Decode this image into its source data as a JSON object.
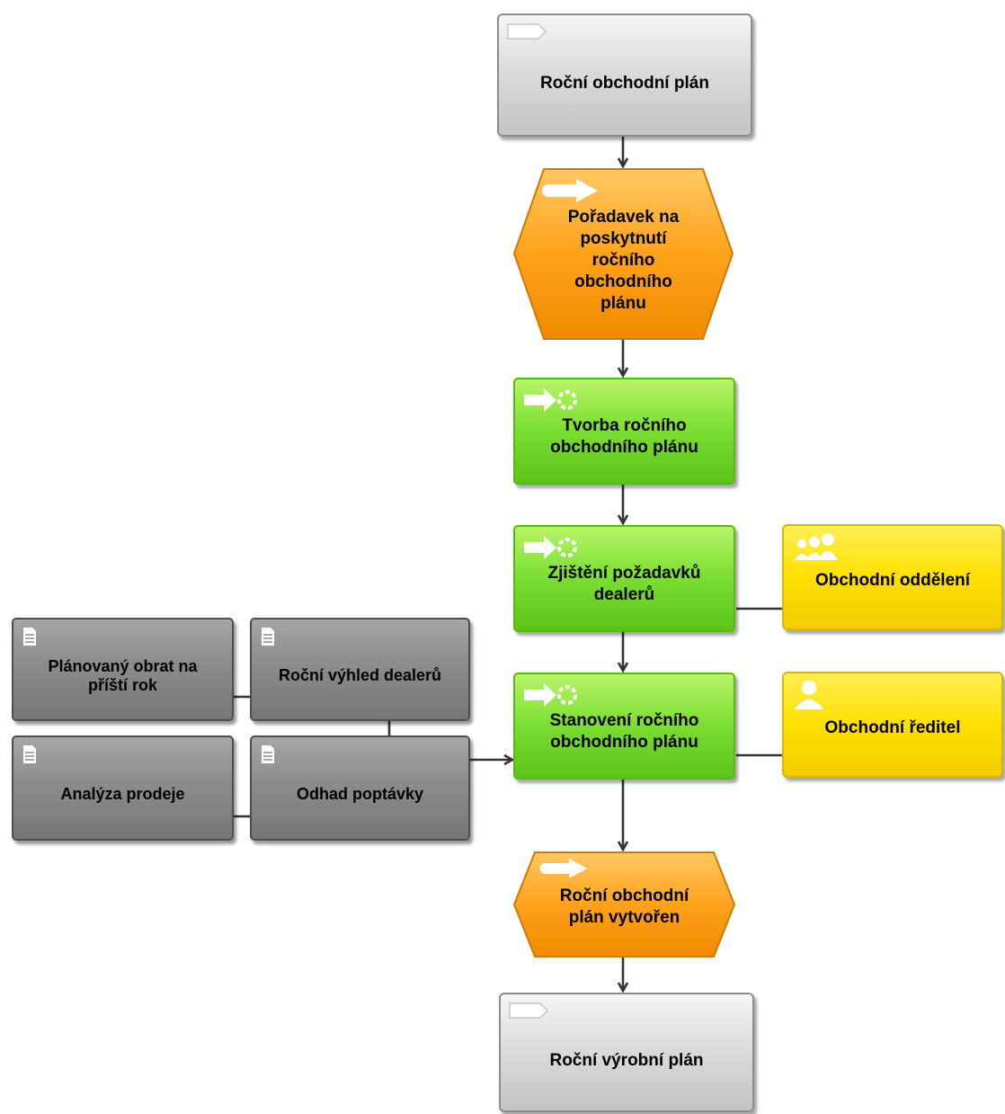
{
  "nodes": {
    "start_interface": "Roční obchodní plán",
    "event_request": "Pořadavek na\nposkytnutí\nročního\nobchodního\nplánu",
    "func_create": "Tvorba ročního\nobchodního plánu",
    "func_dealers": "Zjištění požadavků\ndealerů",
    "org_department": "Obchodní oddělení",
    "func_set": "Stanovení ročního\nobchodního plánu",
    "org_director": "Obchodní ředitel",
    "event_created": "Roční obchodní\nplán vytvořen",
    "end_interface": "Roční výrobní plán"
  },
  "documents": {
    "planned_turnover": "Plánovaný obrat na\npříští rok",
    "dealer_outlook": "Roční výhled dealerů",
    "sales_analysis": "Analýza prodeje",
    "demand_estimate": "Odhad poptávky"
  },
  "colors": {
    "interface": "#d4d4d4",
    "event": "#ff9f1a",
    "function": "#7ee034",
    "org_unit": "#ffe000",
    "document": "#8c8c8c",
    "connector": "#333333"
  }
}
